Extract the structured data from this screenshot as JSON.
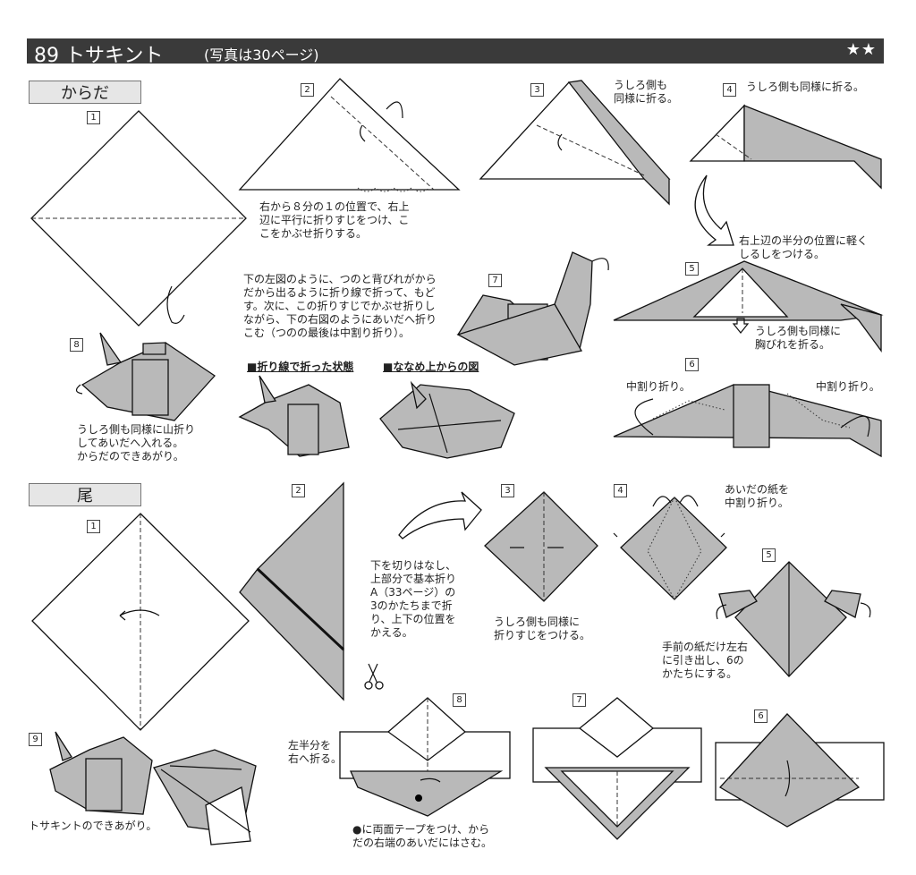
{
  "header": {
    "title": "89 トサキント",
    "subtitle": "(写真は30ページ)",
    "difficulty": "★★"
  },
  "sections": {
    "body": "からだ",
    "tail": "尾"
  },
  "body_steps": {
    "s1": "1",
    "s2": "2",
    "s3": "3",
    "s4": "4",
    "s5": "5",
    "s6": "6",
    "s7": "7",
    "s8": "8",
    "note2": "右から８分の１の位置で、右上\n辺に平行に折りすじをつけ、こ\nこをかぶせ折りする。",
    "note3": "うしろ側も\n同様に折る。",
    "note4": "うしろ側も同様に折る。",
    "note5a": "右上辺の半分の位置に軽く\nしるしをつける。",
    "note5b": "うしろ側も同様に\n胸びれを折る。",
    "note6a": "中割り折り。",
    "note6b": "中割り折り。",
    "note7": "下の左図のように、つのと背びれがから\nだから出るように折り線で折って、もど\nす。次に、この折りすじでかぶせ折りし\nながら、下の右図のようにあいだへ折り\nこむ（つのの最後は中割り折り）。",
    "caption_left": "■折り線で折った状態",
    "caption_right": "■ななめ上からの図",
    "note8": "うしろ側も同様に山折り\nしてあいだへ入れる。\nからだのできあがり。"
  },
  "tail_steps": {
    "s1": "1",
    "s2": "2",
    "s3": "3",
    "s4": "4",
    "s5": "5",
    "s6": "6",
    "s7": "7",
    "s8": "8",
    "s9": "9",
    "note2": "下を切りはなし、\n上部分で基本折り\nA（33ページ）の\n3のかたちまで折\nり、上下の位置を\nかえる。",
    "note3": "うしろ側も同様に\n折りすじをつける。",
    "note4": "あいだの紙を\n中割り折り。",
    "note5": "手前の紙だけ左右\nに引き出し、6の\nかたちにする。",
    "note8a": "左半分を\n右へ折る。",
    "note8b": "●に両面テープをつけ、から\nだの右端のあいだにはさむ。",
    "note9": "トサキントのできあがり。"
  }
}
